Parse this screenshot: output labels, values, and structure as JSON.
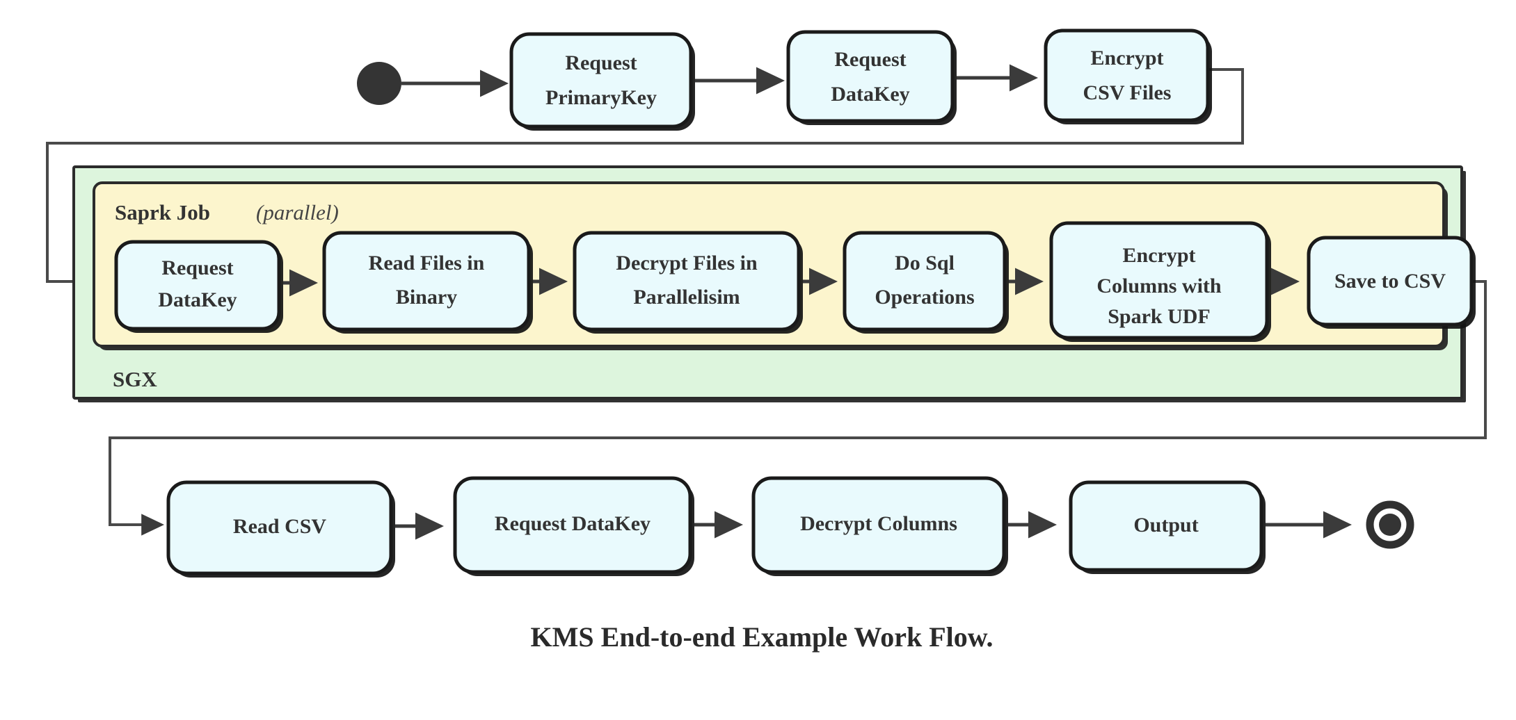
{
  "figure": {
    "caption": "KMS End-to-end Example Work Flow.",
    "type": "activity-flow-diagram"
  },
  "colors": {
    "node_fill": "#e9fafd",
    "node_stroke": "#1a1a1a",
    "sgx_region_fill": "#ddf5dd",
    "spark_region_fill": "#fcf5cd",
    "region_stroke": "#2b2b2b",
    "edge": "#3b3b3b",
    "text": "#333333",
    "background": "#ffffff"
  },
  "markers": {
    "start_label": "start-node",
    "end_label": "end-node"
  },
  "regions": {
    "outer": {
      "name": "SGX",
      "label": "SGX",
      "label_position": "bottom-left"
    },
    "inner": {
      "name": "Spark Job",
      "label": "Saprk Job",
      "modifier": "(parallel)",
      "modifier_open": "(",
      "modifier_word": "parallel",
      "modifier_close": ")",
      "label_position": "top-left"
    }
  },
  "rows": {
    "top": {
      "name": "preparation-row",
      "nodes": [
        {
          "id": "request-primarykey",
          "lines": [
            "Request",
            "PrimaryKey"
          ]
        },
        {
          "id": "request-datakey-top",
          "lines": [
            "Request",
            "DataKey"
          ]
        },
        {
          "id": "encrypt-csv-files",
          "lines": [
            "Encrypt",
            "CSV Files"
          ]
        }
      ]
    },
    "middle": {
      "name": "spark-job-row",
      "nodes": [
        {
          "id": "request-datakey-spark",
          "lines": [
            "Request",
            "DataKey"
          ]
        },
        {
          "id": "read-files-in-binary",
          "lines": [
            "Read Files in",
            "Binary"
          ]
        },
        {
          "id": "decrypt-files-in-parallelisim",
          "lines": [
            "Decrypt Files in",
            "Parallelisim"
          ]
        },
        {
          "id": "do-sql-operations",
          "lines": [
            "Do Sql",
            "Operations"
          ]
        },
        {
          "id": "encrypt-columns-with-spark-udf",
          "lines": [
            "Encrypt",
            "Columns with",
            "Spark UDF"
          ]
        },
        {
          "id": "save-to-csv",
          "lines": [
            "Save to CSV"
          ]
        }
      ]
    },
    "bottom": {
      "name": "consumption-row",
      "nodes": [
        {
          "id": "read-csv",
          "lines": [
            "Read CSV"
          ]
        },
        {
          "id": "request-datakey-bottom",
          "lines": [
            "Request DataKey"
          ]
        },
        {
          "id": "decrypt-columns",
          "lines": [
            "Decrypt Columns"
          ]
        },
        {
          "id": "output",
          "lines": [
            "Output"
          ]
        }
      ]
    }
  },
  "flow_sequence": [
    "start",
    "Request PrimaryKey",
    "Request DataKey",
    "Encrypt CSV Files",
    "Request DataKey",
    "Read Files in Binary",
    "Decrypt Files in Parallelisim",
    "Do Sql Operations",
    "Encrypt Columns with Spark UDF",
    "Save to CSV",
    "Read CSV",
    "Request DataKey",
    "Decrypt Columns",
    "Output",
    "end"
  ]
}
